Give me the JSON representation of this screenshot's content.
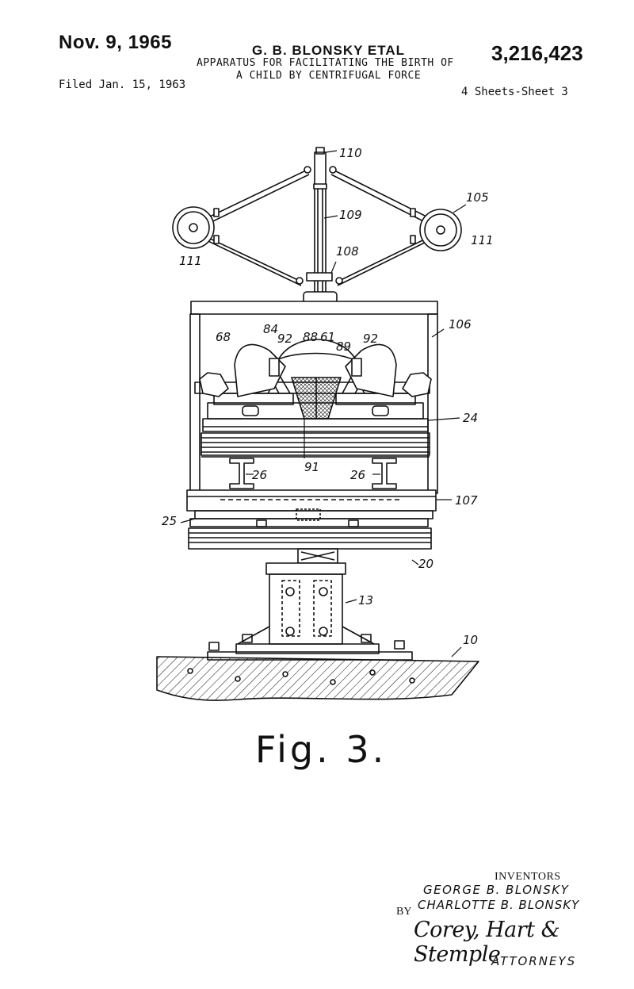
{
  "header": {
    "date": "Nov. 9, 1965",
    "inventors": "G. B. BLONSKY ETAL",
    "patent_number": "3,216,423",
    "title_line1": "APPARATUS FOR FACILITATING THE BIRTH OF",
    "title_line2": "A CHILD BY CENTRIFUGAL FORCE",
    "filed": "Filed Jan. 15, 1963",
    "sheets": "4 Sheets-Sheet 3"
  },
  "figure": {
    "label": "Fig. 3.",
    "reference_numerals": [
      "110",
      "105",
      "109",
      "111",
      "111",
      "108",
      "106",
      "68",
      "84",
      "92",
      "88",
      "61",
      "89",
      "92",
      "24",
      "91",
      "26",
      "26",
      "107",
      "25",
      "20",
      "13",
      "10"
    ]
  },
  "signature_block": {
    "inventors_label": "INVENTORS",
    "inventor_1": "GEORGE B. BLONSKY",
    "by_label": "BY",
    "inventor_2": "CHARLOTTE B. BLONSKY",
    "attorney_signature": "Corey, Hart & Stemple",
    "attorneys_label": "ATTORNEYS"
  }
}
